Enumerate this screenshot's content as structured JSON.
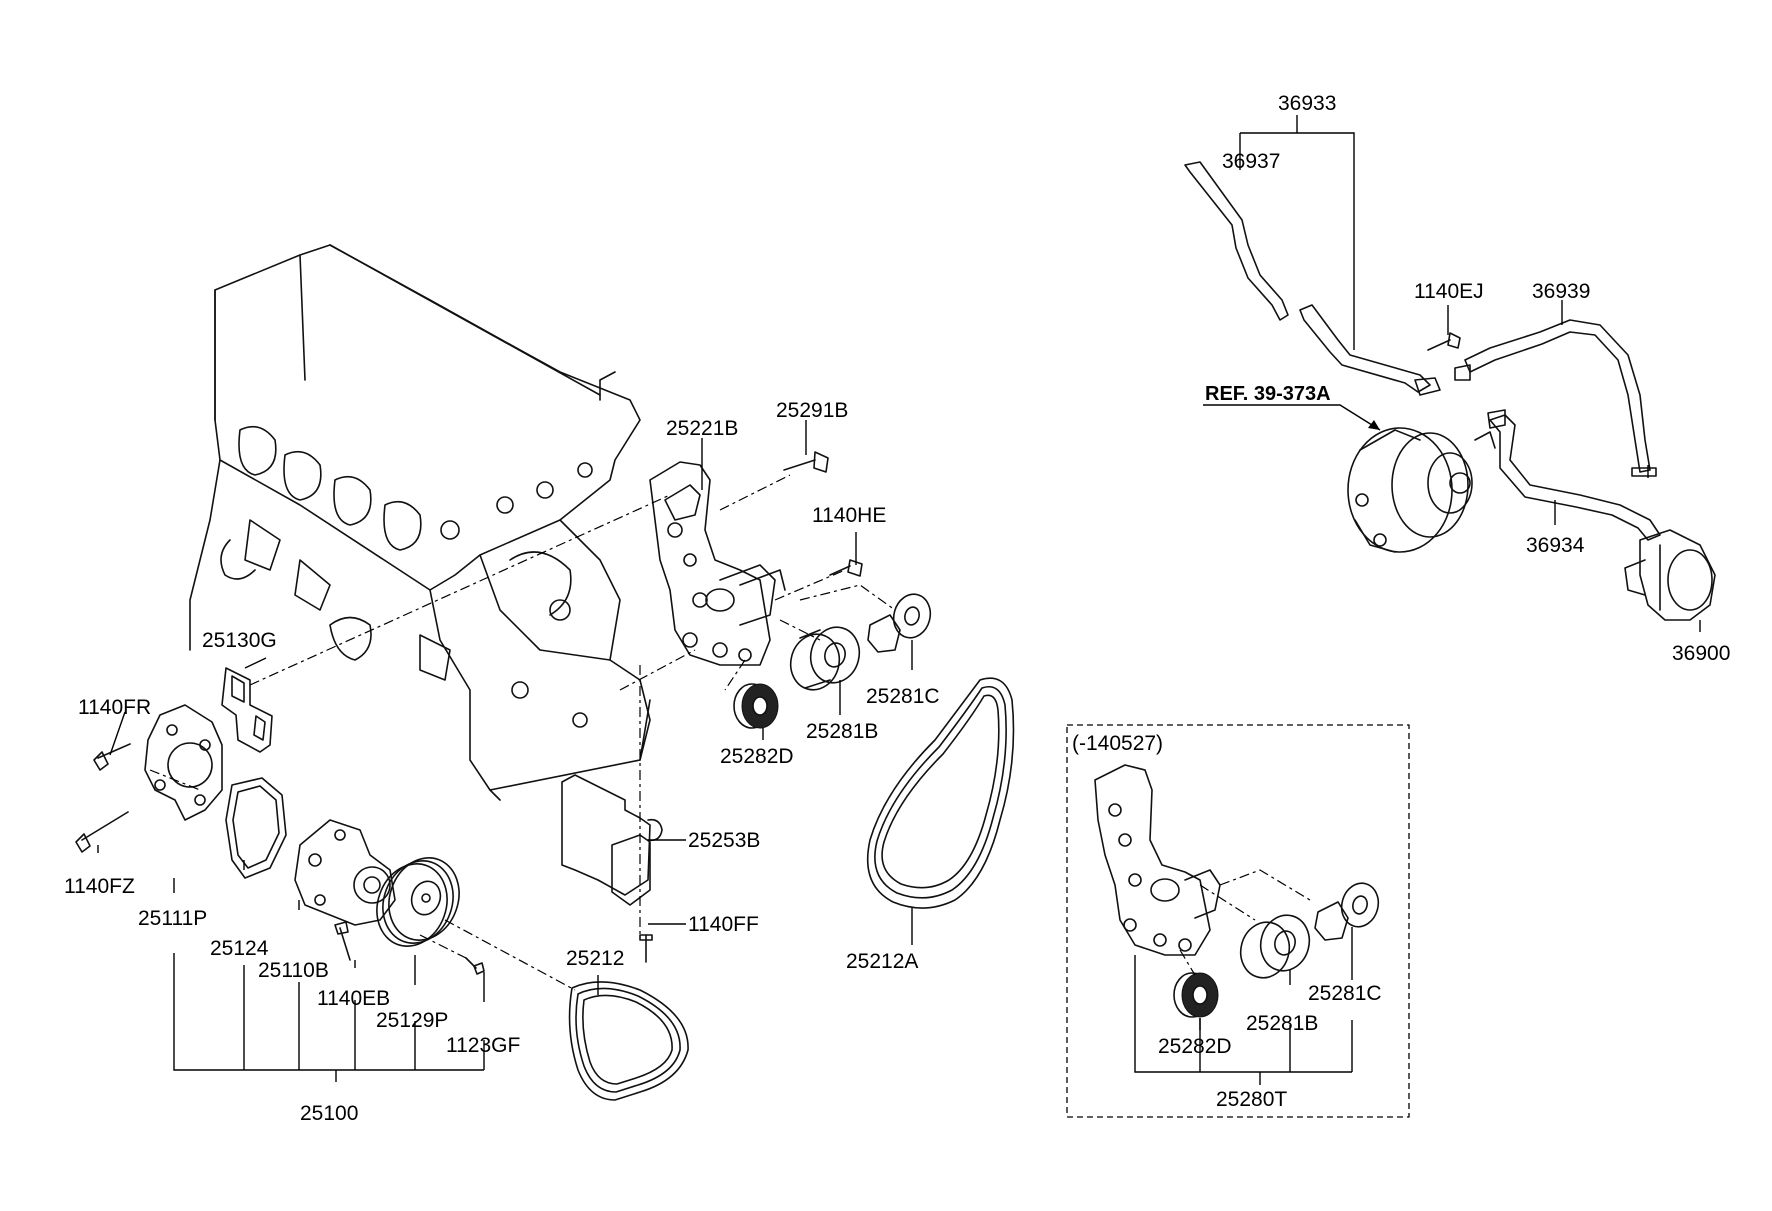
{
  "part_numbers": {
    "p36933": "36933",
    "p36937": "36937",
    "p1140EJ": "1140EJ",
    "p36939": "36939",
    "ref_label": "REF. 39-373A",
    "p36934": "36934",
    "p36900": "36900",
    "p25291B": "25291B",
    "p25221B": "25221B",
    "p1140HE": "1140HE",
    "p25130G": "25130G",
    "p1140FR": "1140FR",
    "p1140FZ": "1140FZ",
    "p25111P": "25111P",
    "p25124": "25124",
    "p25110B": "25110B",
    "p1140EB": "1140EB",
    "p25129P": "25129P",
    "p1123GF": "1123GF",
    "p25100": "25100",
    "p25212": "25212",
    "p25253B": "25253B",
    "p1140FF": "1140FF",
    "p25282D": "25282D",
    "p25281B": "25281B",
    "p25281C": "25281C",
    "p25212A": "25212A"
  },
  "inset": {
    "date_label": "(-140527)",
    "p25281C": "25281C",
    "p25281B": "25281B",
    "p25282D": "25282D",
    "p25280T": "25280T"
  }
}
